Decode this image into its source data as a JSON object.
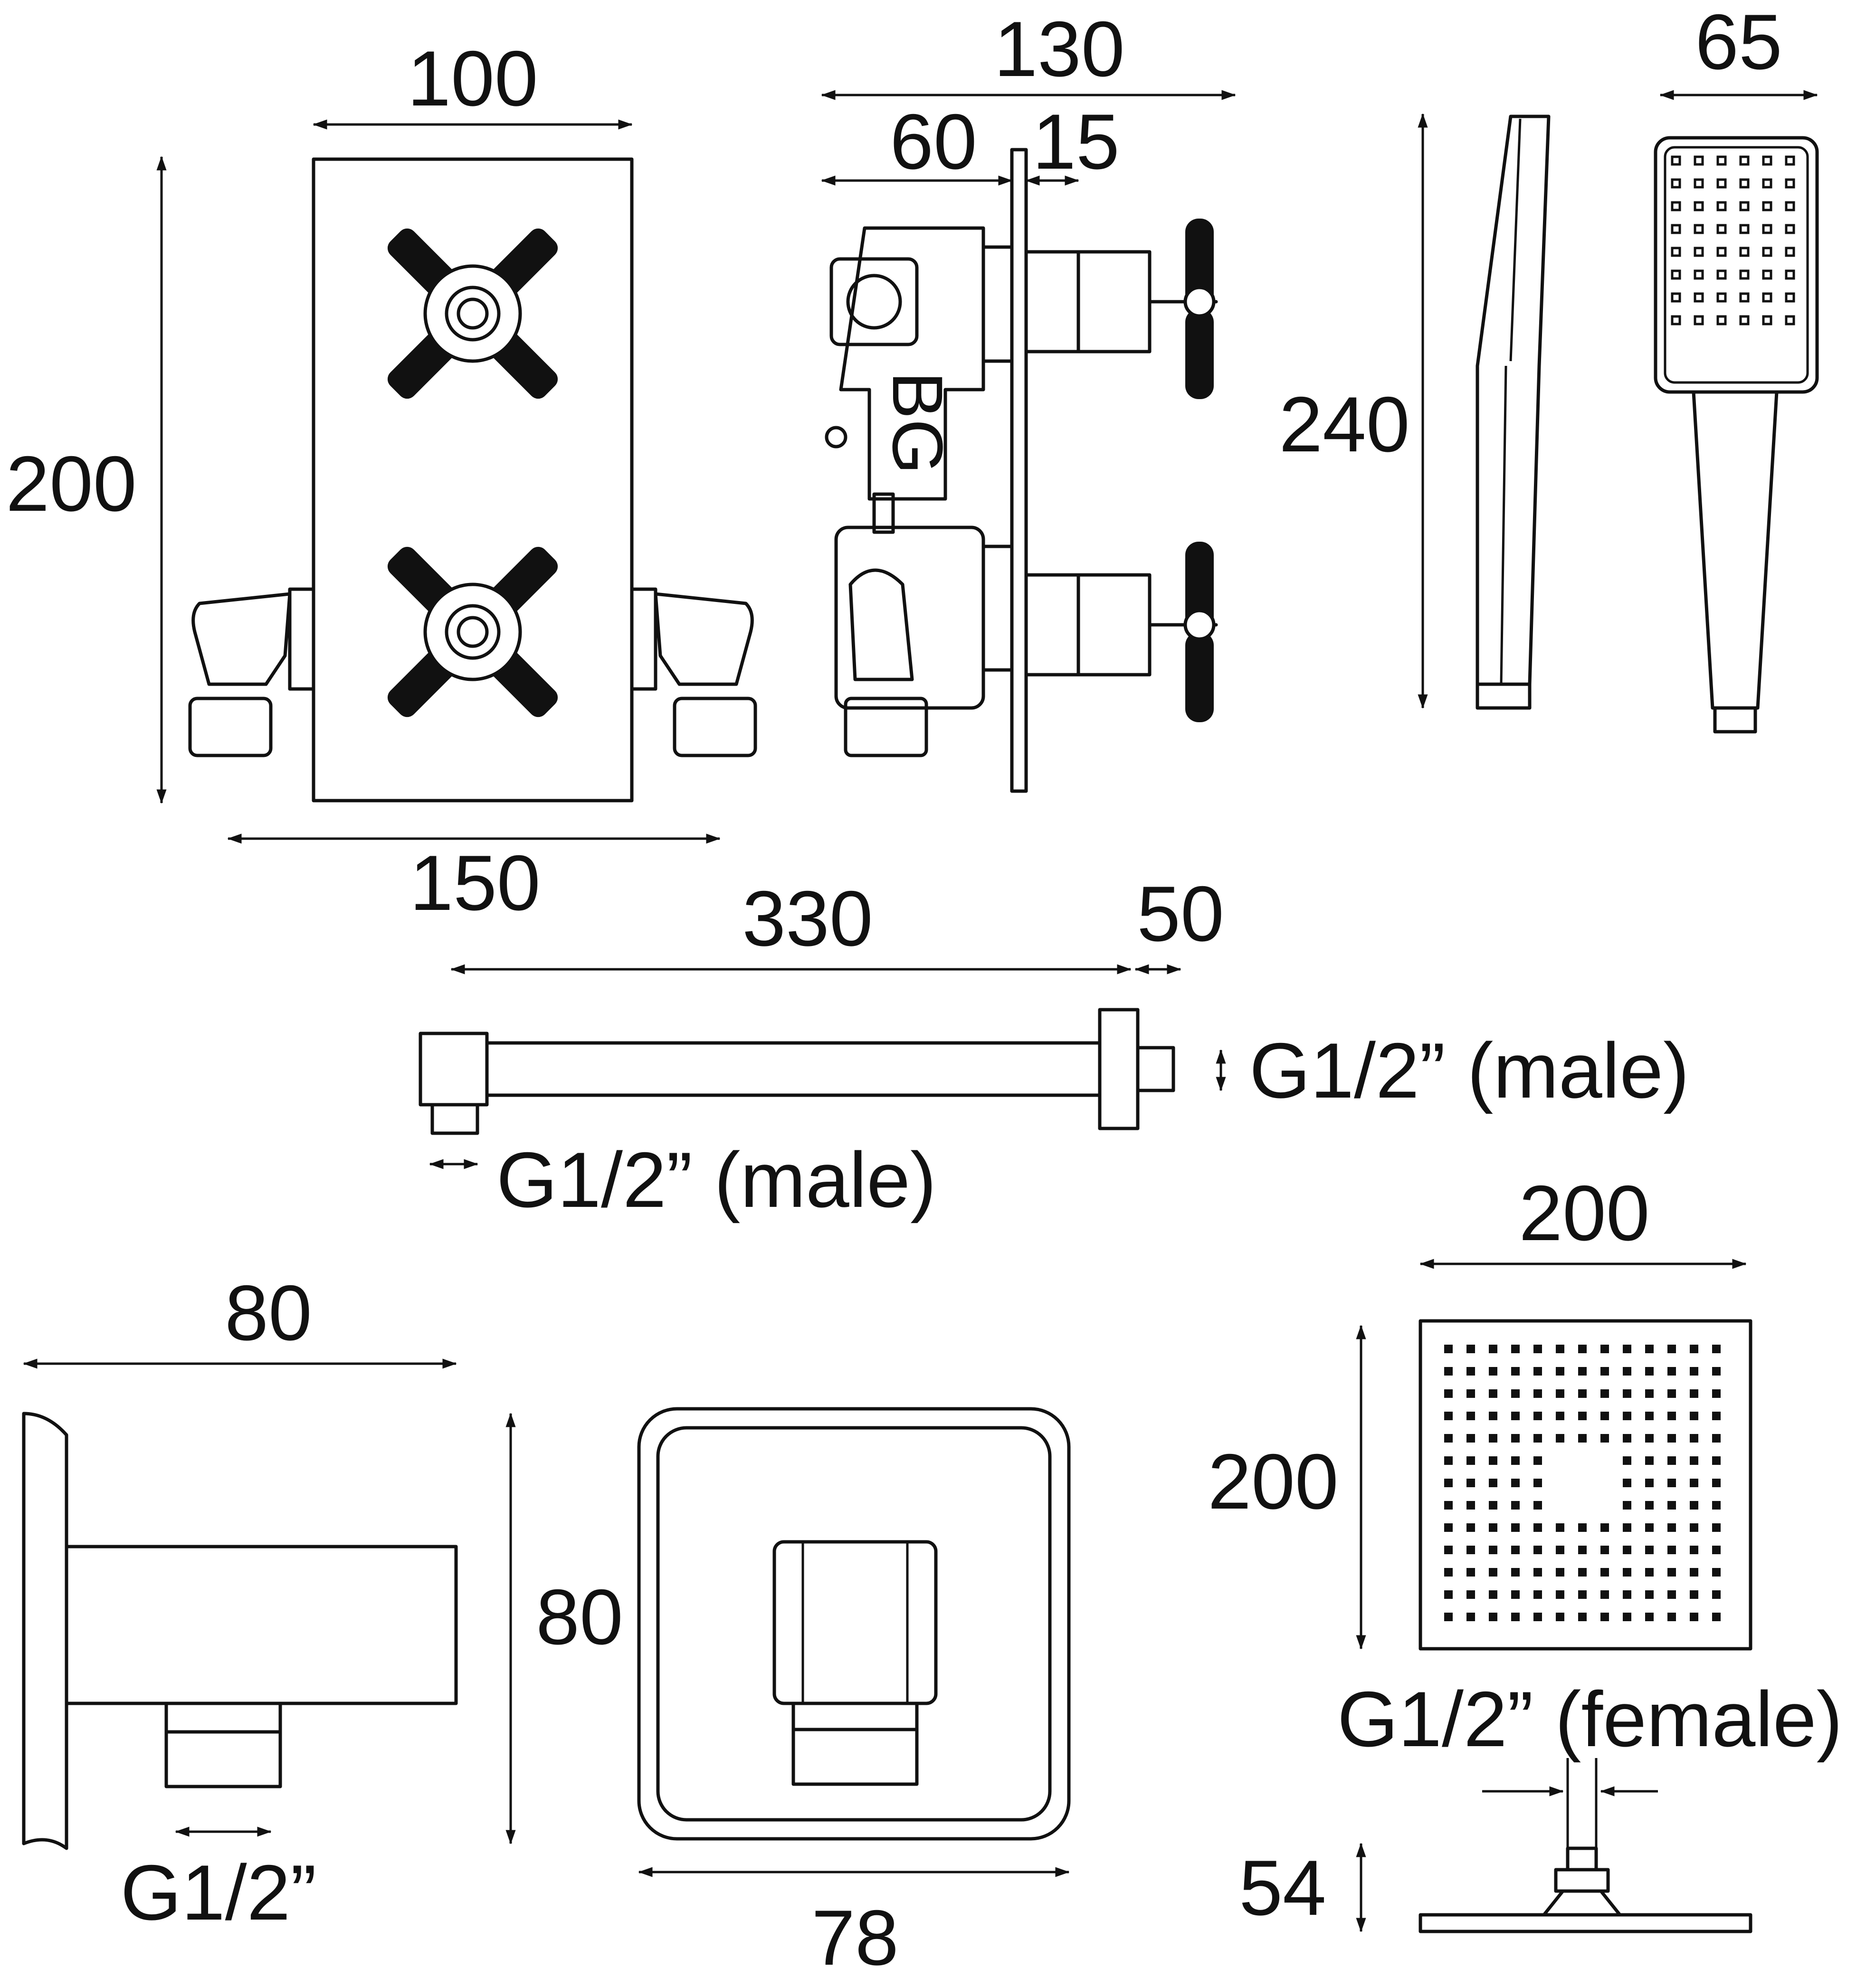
{
  "valve_front": {
    "width": "100",
    "height": "200",
    "overall_width": "150"
  },
  "valve_side": {
    "depth_total": "130",
    "depth_body": "60",
    "depth_plate": "15",
    "body_mark": "BG"
  },
  "handset": {
    "length": "240",
    "width": "65"
  },
  "shower_arm": {
    "length": "330",
    "flange": "50",
    "thread_wall": "G1/2” (male)",
    "thread_head": "G1/2” (male)"
  },
  "wall_outlet": {
    "projection": "80",
    "height": "80",
    "thread": "G1/2”",
    "width": "78"
  },
  "shower_head": {
    "width": "200",
    "depth": "200",
    "thread": "G1/2” (female)",
    "height": "54"
  },
  "colors": {
    "line": "#111111",
    "background": "#ffffff"
  }
}
